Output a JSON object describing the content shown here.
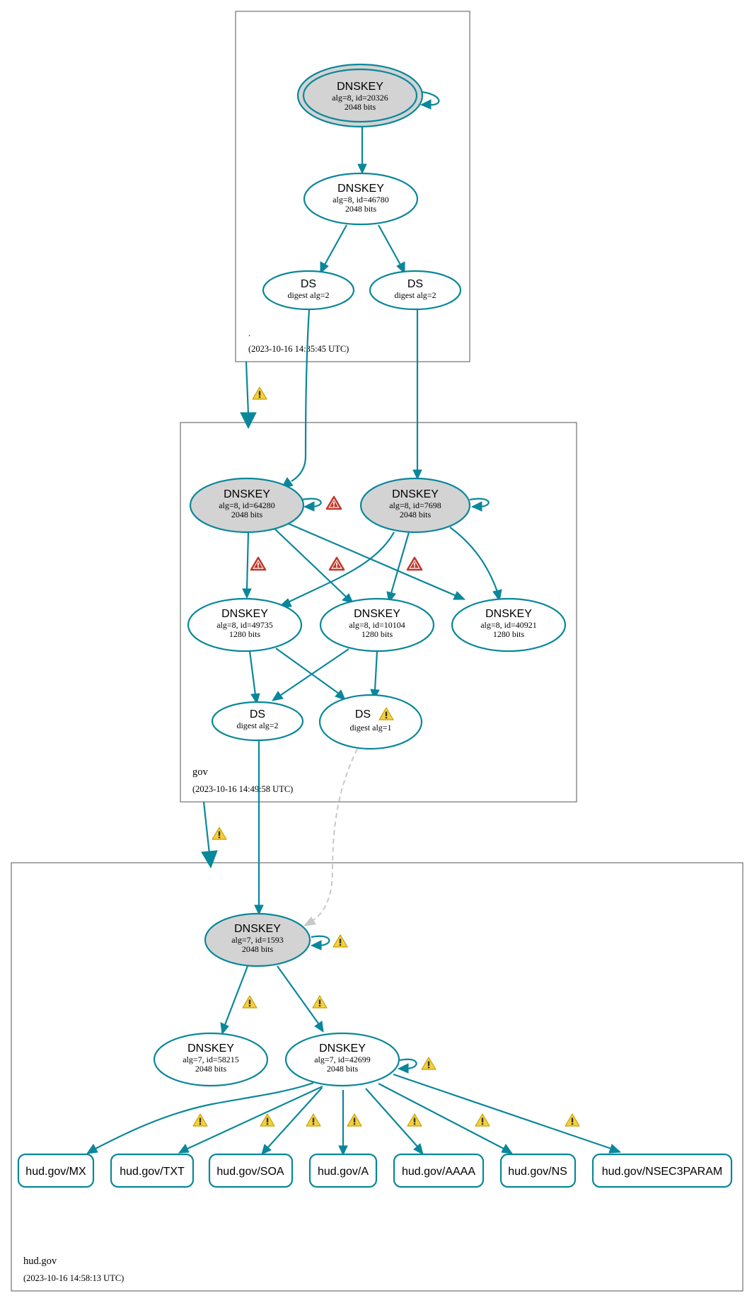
{
  "colors": {
    "edge": "#0a879a",
    "ksk_fill": "#d3d3d3",
    "zone_border": "#707070",
    "warning_yellow": "#f4d03f",
    "error_red": "#c0392b",
    "insecure_edge": "#c8c8c8"
  },
  "icons": {
    "warning": "warning-triangle-icon",
    "error": "error-triangle-icon"
  },
  "zones": {
    "root": {
      "name": ".",
      "timestamp": "(2023-10-16 14:35:45 UTC)"
    },
    "gov": {
      "name": "gov",
      "timestamp": "(2023-10-16 14:49:58 UTC)"
    },
    "hud": {
      "name": "hud.gov",
      "timestamp": "(2023-10-16 14:58:13 UTC)"
    }
  },
  "nodes": {
    "root_ksk": {
      "type": "DNSKEY",
      "detail": "alg=8, id=20326",
      "bits": "2048 bits"
    },
    "root_zsk": {
      "type": "DNSKEY",
      "detail": "alg=8, id=46780",
      "bits": "2048 bits"
    },
    "root_ds1": {
      "type": "DS",
      "detail": "digest alg=2"
    },
    "root_ds2": {
      "type": "DS",
      "detail": "digest alg=2"
    },
    "gov_k64280": {
      "type": "DNSKEY",
      "detail": "alg=8, id=64280",
      "bits": "2048 bits"
    },
    "gov_k7698": {
      "type": "DNSKEY",
      "detail": "alg=8, id=7698",
      "bits": "2048 bits"
    },
    "gov_k49735": {
      "type": "DNSKEY",
      "detail": "alg=8, id=49735",
      "bits": "1280 bits"
    },
    "gov_k10104": {
      "type": "DNSKEY",
      "detail": "alg=8, id=10104",
      "bits": "1280 bits"
    },
    "gov_k40921": {
      "type": "DNSKEY",
      "detail": "alg=8, id=40921",
      "bits": "1280 bits"
    },
    "gov_ds2": {
      "type": "DS",
      "detail": "digest alg=2"
    },
    "gov_ds1": {
      "type": "DS",
      "detail": "digest alg=1"
    },
    "hud_k1593": {
      "type": "DNSKEY",
      "detail": "alg=7, id=1593",
      "bits": "2048 bits"
    },
    "hud_k58215": {
      "type": "DNSKEY",
      "detail": "alg=7, id=58215",
      "bits": "2048 bits"
    },
    "hud_k42699": {
      "type": "DNSKEY",
      "detail": "alg=7, id=42699",
      "bits": "2048 bits"
    }
  },
  "records": {
    "mx": "hud.gov/MX",
    "txt": "hud.gov/TXT",
    "soa": "hud.gov/SOA",
    "a": "hud.gov/A",
    "aaaa": "hud.gov/AAAA",
    "ns": "hud.gov/NS",
    "nsec3param": "hud.gov/NSEC3PARAM"
  }
}
